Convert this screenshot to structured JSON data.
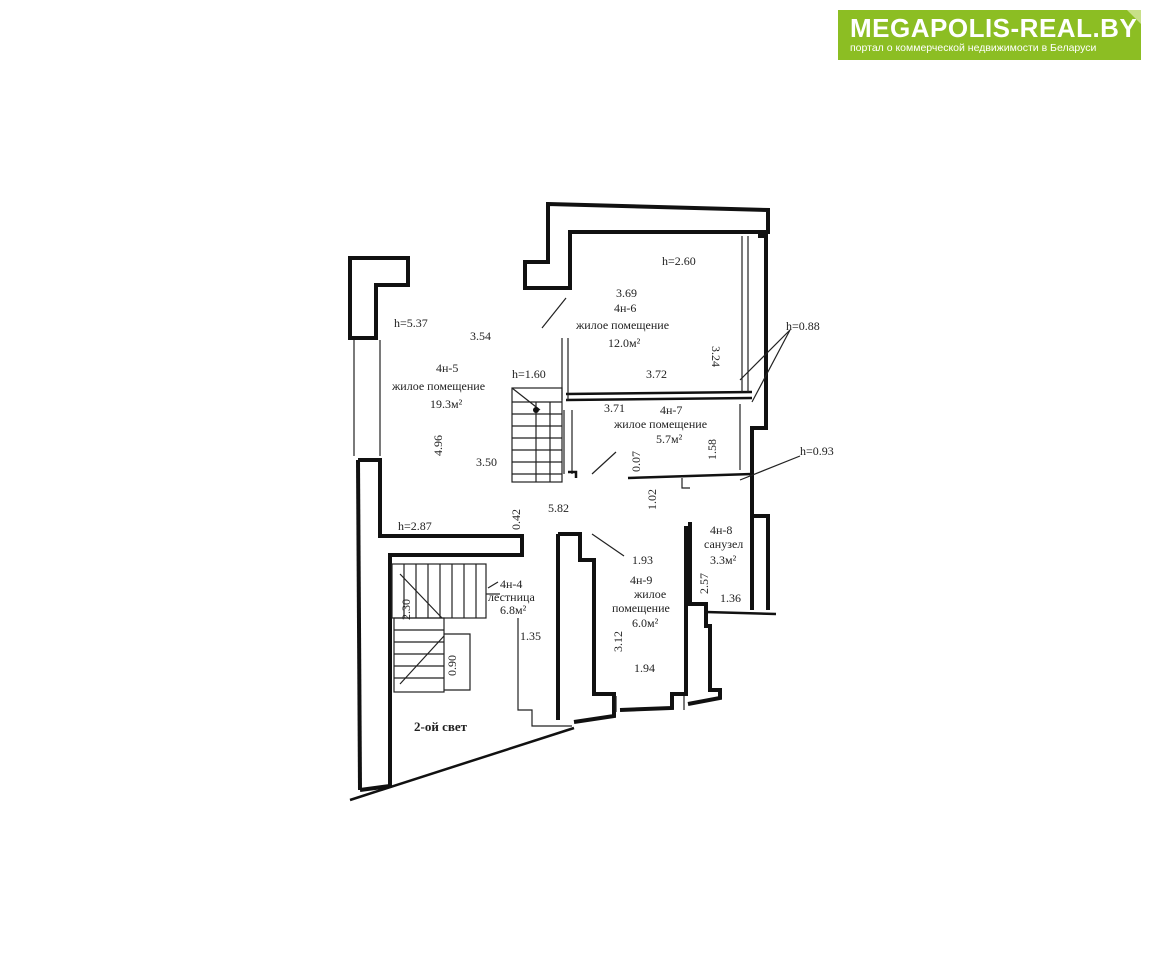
{
  "logo": {
    "brand": "MEGAPOLIS-REAL.BY",
    "tagline": "портал о коммерческой недвижимости в Беларуси",
    "color": "#8cbe23"
  },
  "plan": {
    "rooms": [
      {
        "id": "room5",
        "code": "4н-5",
        "name": "жилое помещение",
        "area": "19.3м²"
      },
      {
        "id": "room6",
        "code": "4н-6",
        "name": "жилое помещение",
        "area": "12.0м²"
      },
      {
        "id": "room7",
        "code": "4н-7",
        "name": "жилое помещение",
        "area": "5.7м²"
      },
      {
        "id": "room8",
        "code": "4н-8",
        "name": "санузел",
        "area": "3.3м²"
      },
      {
        "id": "room4",
        "code": "4н-4",
        "name": "лестница",
        "area": "6.8м²"
      },
      {
        "id": "room9",
        "code": "4н-9",
        "name1": "жилое",
        "name2": "помещение",
        "area": "6.0м²"
      }
    ],
    "heights": [
      "h=5.37",
      "h=2.60",
      "h=1.60",
      "h=2.87",
      "h=0.88",
      "h=0.93"
    ],
    "dims": {
      "d354": "3.54",
      "d369": "3.69",
      "d324": "3.24",
      "d372": "3.72",
      "d371": "3.71",
      "d496": "4.96",
      "d350": "3.50",
      "d007": "0.07",
      "d158": "1.58",
      "d582": "5.82",
      "d042": "0.42",
      "d102": "1.02",
      "d193": "1.93",
      "d257": "2.57",
      "d136": "1.36",
      "d312": "3.12",
      "d194": "1.94",
      "d230": "2.30",
      "d135": "1.35",
      "d090": "0.90"
    },
    "second_light": "2-ой свет"
  }
}
